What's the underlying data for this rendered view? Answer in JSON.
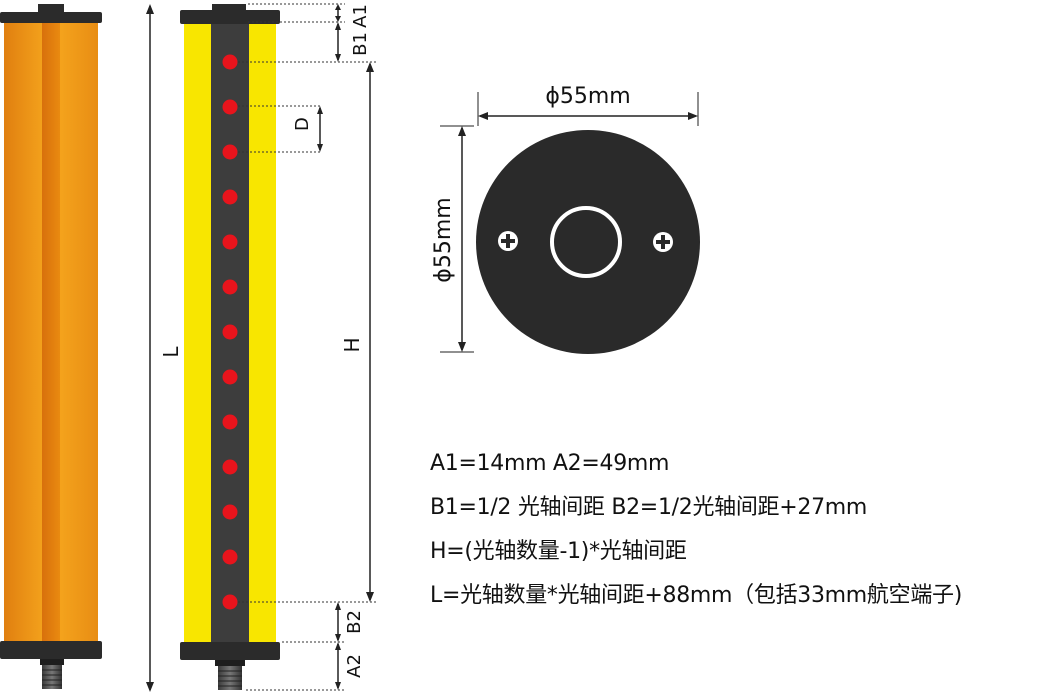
{
  "labels": {
    "L": "L",
    "H": "H",
    "A1": "A1",
    "B1": "B1",
    "D": "D",
    "B2": "B2",
    "A2": "A2",
    "diameter_h": "ϕ55mm",
    "diameter_v": "ϕ55mm"
  },
  "specs": [
    "A1=14mm  A2=49mm",
    "B1=1/2  光轴间距  B2=1/2光轴间距+27mm",
    "H=(光轴数量-1)*光轴间距",
    "L=光轴数量*光轴间距+88mm（包括33mm航空端子)"
  ],
  "led_count": 13,
  "colors": {
    "bar_orange": "#f29a16",
    "bar_yellow": "#f8e600",
    "strip_dark": "#3d3d3d",
    "led_red": "#e8141c",
    "cap_dark": "#2b2b2b",
    "disc": "#2a2a2a"
  }
}
